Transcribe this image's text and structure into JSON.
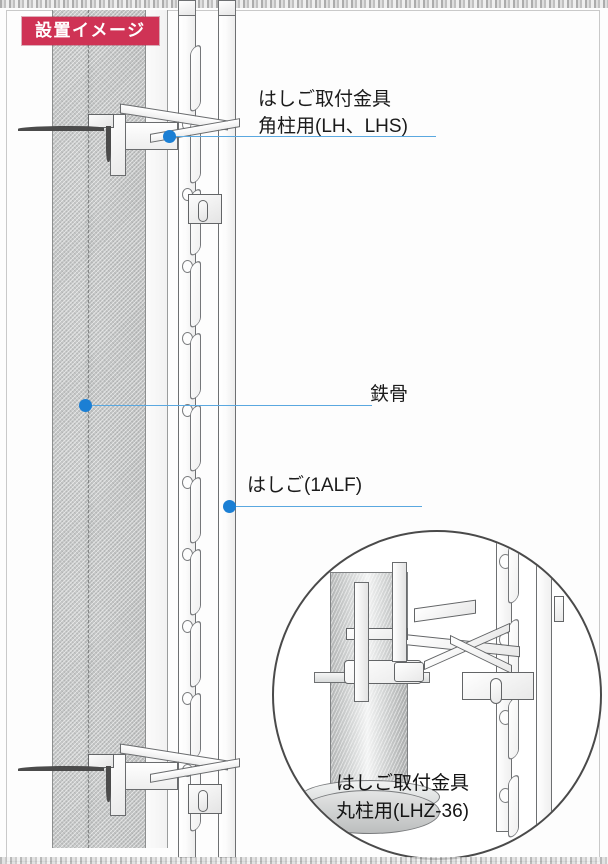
{
  "document": {
    "title_badge": "設置イメージ",
    "language": "ja",
    "type": "technical-installation-illustration"
  },
  "colors": {
    "badge_background": "#cf3355",
    "badge_text": "#ffffff",
    "leader_line": "#5aa8e0",
    "leader_dot": "#1b7fd4",
    "column_fill": "#c4c6c6",
    "outline": "#6a6c6e",
    "strap": "#4b4b4b",
    "inset_border": "#4a4a4a"
  },
  "callouts": [
    {
      "id": "ladder-bracket-square",
      "line1": "はしご取付金具",
      "line2": "角柱用(LH、LHS)",
      "target": "upper-mounting-bracket"
    },
    {
      "id": "steel-frame",
      "line1": "鉄骨",
      "line2": "",
      "target": "steel-column"
    },
    {
      "id": "ladder",
      "line1": "はしご(1ALF)",
      "line2": "",
      "target": "ladder-rail"
    }
  ],
  "inset": {
    "caption_line1": "はしご取付金具",
    "caption_line2": "丸柱用(LHZ-36)",
    "subject": "round-column-ladder-bracket-detail"
  },
  "parts": {
    "ladder_model": "1ALF",
    "square_column_bracket": "LH、LHS",
    "round_column_bracket": "LHZ-36"
  }
}
